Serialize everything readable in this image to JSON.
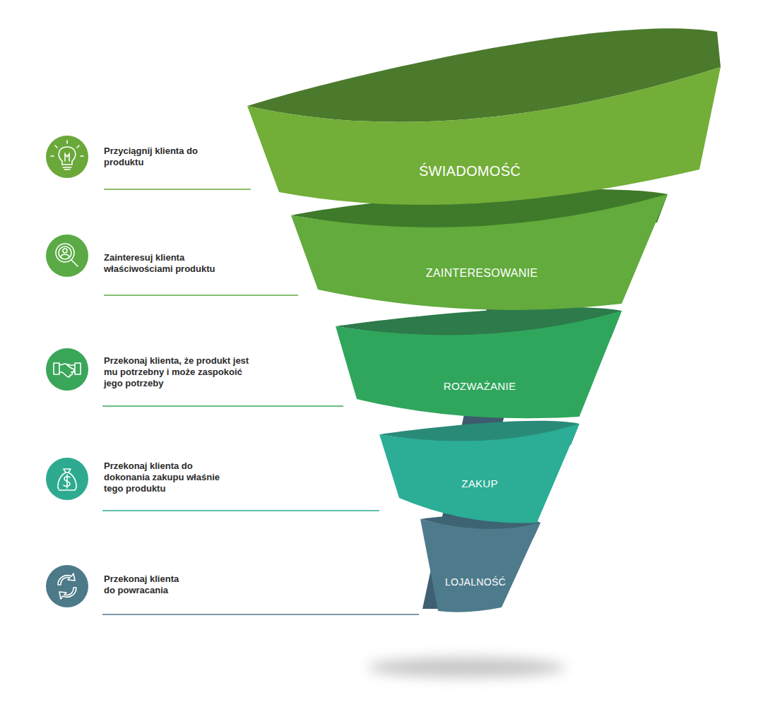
{
  "diagram": {
    "nodes": [
      {
        "text": [
          "ŚWIADOMOŚĆ"
        ]
      },
      {
        "text": [
          "ZAINTERESOWANIE"
        ]
      },
      {
        "text": [
          "ROZWAŻANIE"
        ]
      },
      {
        "text": [
          "ZAKUP"
        ]
      },
      {
        "text": [
          "LOJALNOŚĆ"
        ]
      }
    ],
    "labels": [
      "Przyciągnij klienta do produktu",
      "Zainteresuj klienta właściwościami produktu",
      "Przekonaj klienta, że produkt jest mu potrzebny i może zaspokoić jego potrzeby",
      "Przekonaj klienta do dokonania zakupu właśnie tego produktu",
      "Przekonaj klienta do powracania"
    ]
  }
}
